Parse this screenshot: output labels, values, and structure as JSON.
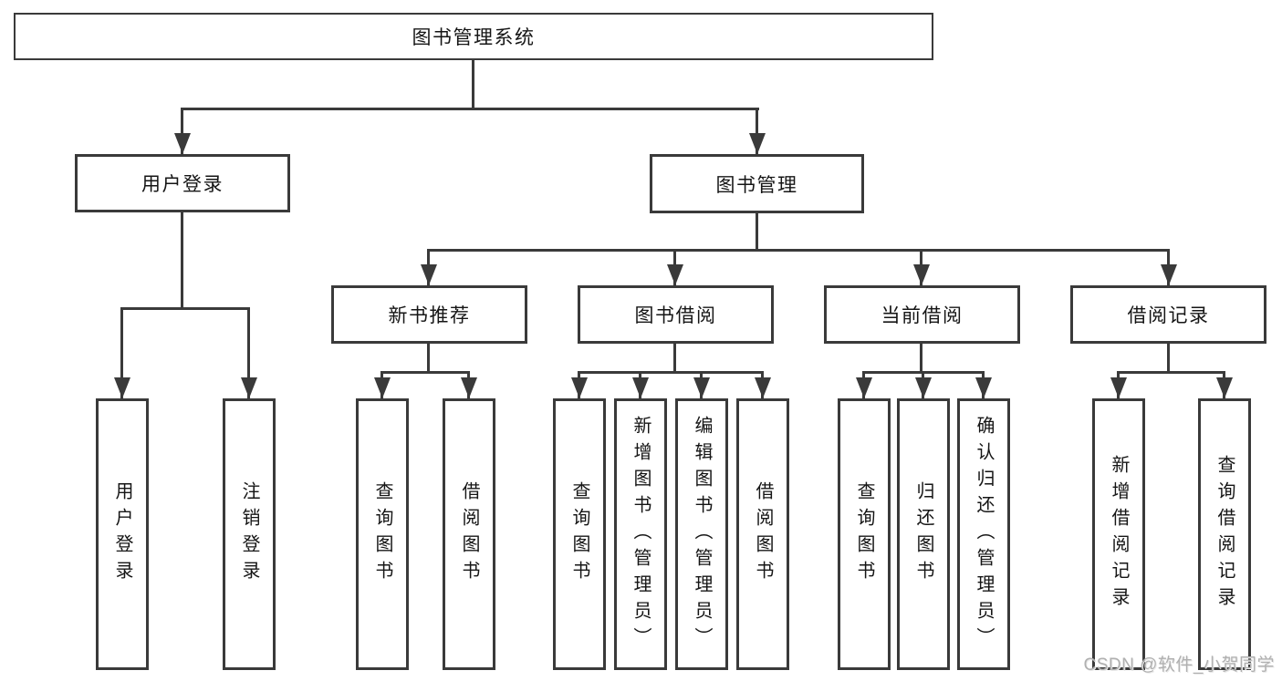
{
  "diagram": {
    "root": {
      "label": "图书管理系统"
    },
    "branches": {
      "user_login": {
        "label": "用户登录",
        "children": [
          "用户登录",
          "注销登录"
        ]
      },
      "book_mgmt": {
        "label": "图书管理"
      }
    },
    "modules": [
      {
        "label": "新书推荐",
        "children": [
          "查询图书",
          "借阅图书"
        ]
      },
      {
        "label": "图书借阅",
        "children": [
          "查询图书",
          "新增图书（管理员）",
          "编辑图书（管理员）",
          "借阅图书"
        ]
      },
      {
        "label": "当前借阅",
        "children": [
          "查询图书",
          "归还图书",
          "确认归还（管理员）"
        ]
      },
      {
        "label": "借阅记录",
        "children": [
          "新增借阅记录",
          "查询借阅记录"
        ]
      }
    ],
    "watermark": "CSDN @软件_小贺同学",
    "colors": {
      "line": "#3a3a3a",
      "text": "#151515",
      "watermark": "#b0b0b0",
      "background": "#ffffff"
    }
  }
}
